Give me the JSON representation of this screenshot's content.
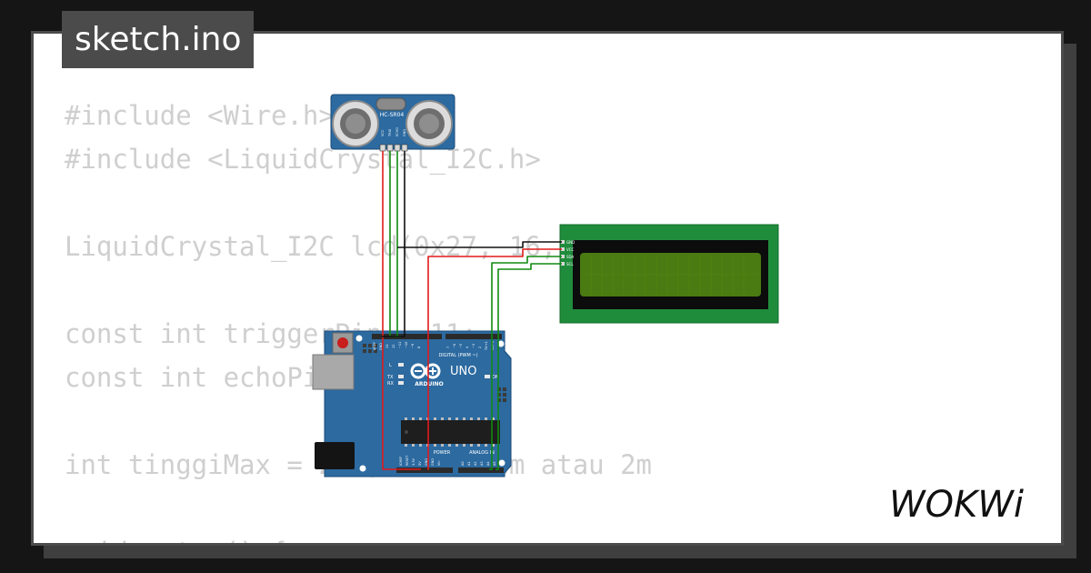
{
  "project": {
    "filename": "sketch.ino"
  },
  "brand": {
    "name": "WOKWi"
  },
  "code": {
    "lines": [
      "#include <Wire.h>",
      "#include <LiquidCrystal_I2C.h>",
      "",
      "LiquidCrystal_I2C lcd(0x27, 16, 2);",
      "",
      "const int triggerPin = 11;",
      "const int echoPin = 12;",
      "",
      "int tinggiMax = 200; // 200cm atau 2m",
      "",
      "void setup() {"
    ]
  },
  "circuit": {
    "sensor": {
      "model": "HC-SR04",
      "pins": [
        "VCC",
        "TRIG",
        "ECHO",
        "GND"
      ]
    },
    "lcd": {
      "pins": [
        "GND",
        "VCC",
        "SDA",
        "SCL"
      ]
    },
    "arduino": {
      "model": "UNO",
      "brand": "ARDUINO",
      "digital_label": "DIGITAL (PWM ~)",
      "analog_label": "ANALOG IN",
      "power_label": "POWER",
      "on_label": "ON",
      "l_label": "L",
      "tx_label": "TX",
      "rx_label": "RX",
      "top_pins": [
        "AREF",
        "GND",
        "13",
        "12",
        "~11",
        "~10",
        "~9",
        "8",
        "7",
        "~6",
        "~5",
        "4",
        "~3",
        "2",
        "TX→1",
        "RX←0"
      ],
      "power_pins": [
        "IOREF",
        "RESET",
        "3.3V",
        "5V",
        "GND",
        "GND",
        "Vin"
      ],
      "analog_pins": [
        "A0",
        "A1",
        "A2",
        "A3",
        "A4",
        "A5"
      ]
    },
    "colors": {
      "board_blue": "#2c6aa0",
      "lcd_green": "#1f8c3c",
      "lcd_screen": "#4a7a12",
      "wire_red": "#e01b1b",
      "wire_green": "#108a10",
      "wire_black": "#111111"
    }
  }
}
